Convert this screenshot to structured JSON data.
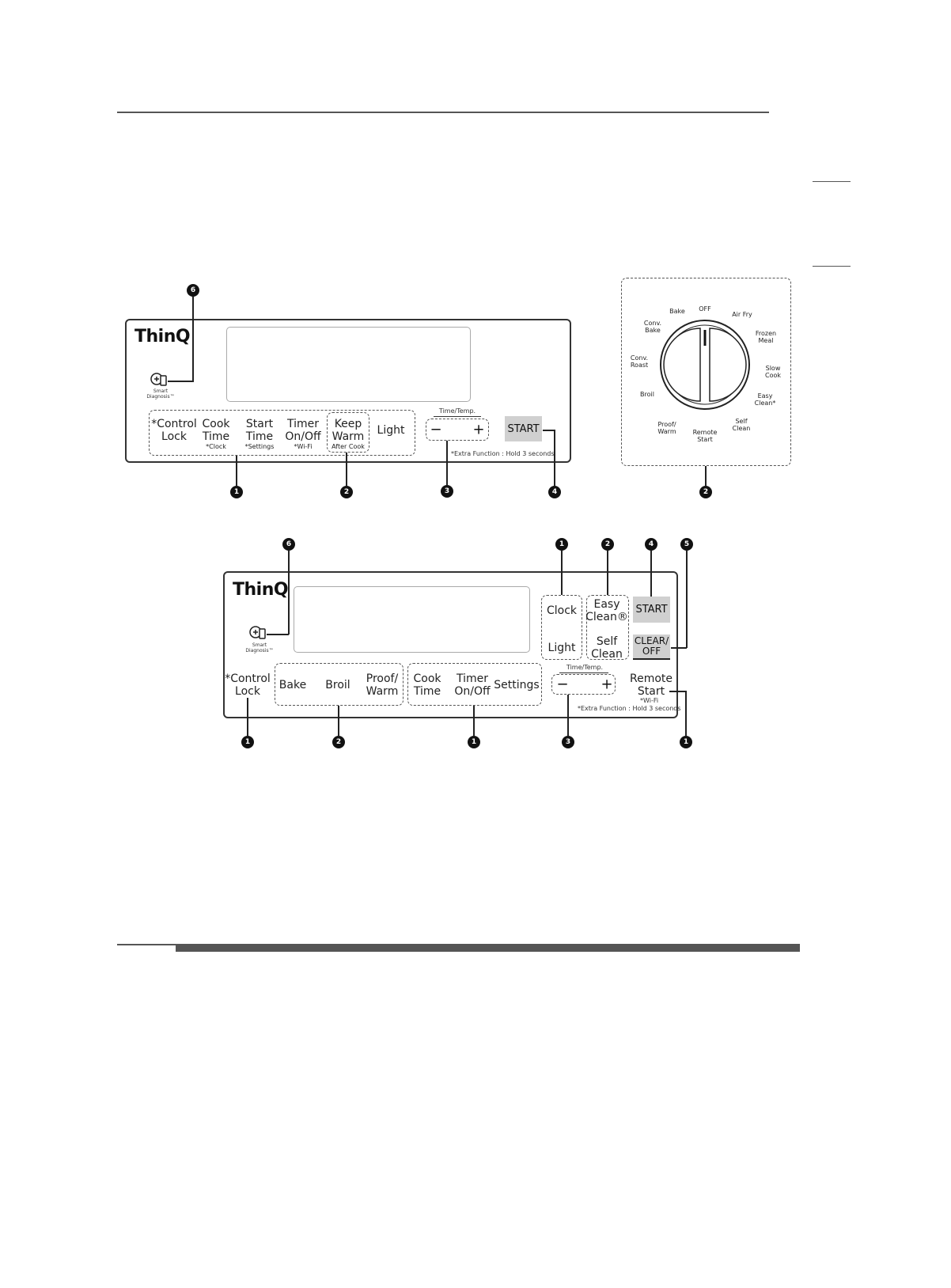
{
  "top_panel": {
    "logo": "ThinQ",
    "smart": [
      "Smart",
      "Diagnosis™"
    ],
    "keys": [
      {
        "main": "*Control\nLock",
        "sub": ""
      },
      {
        "main": "Cook\nTime",
        "sub": "*Clock"
      },
      {
        "main": "Start\nTime",
        "sub": "*Settings"
      },
      {
        "main": "Timer\nOn/Off",
        "sub": "*Wi-Fi"
      },
      {
        "main": "Keep\nWarm",
        "sub": "After Cook"
      },
      {
        "main": "Light",
        "sub": ""
      }
    ],
    "time_temp": "Time/Temp.",
    "minus": "−",
    "plus": "+",
    "start": "START",
    "extra": "*Extra Function : Hold 3 seconds",
    "callouts": [
      "6",
      "1",
      "2",
      "3",
      "4"
    ]
  },
  "knob": {
    "labels": [
      "OFF",
      "Air Fry",
      "Frozen\nMeal",
      "Slow\nCook",
      "Easy\nClean*",
      "Self\nClean",
      "Remote\nStart",
      "Proof/\nWarm",
      "Broil",
      "Conv.\nRoast",
      "Conv.\nBake",
      "Bake"
    ],
    "callout": "2"
  },
  "bottom_panel": {
    "logo": "ThinQ",
    "smart": [
      "Smart",
      "Diagnosis™"
    ],
    "clock": "Clock",
    "light": "Light",
    "easy_clean": "Easy\nClean®",
    "self_clean": "Self\nClean",
    "start": "START",
    "clear_off": "CLEAR/\nOFF",
    "control_lock": "*Control\nLock",
    "bake": "Bake",
    "broil": "Broil",
    "proof_warm": "Proof/\nWarm",
    "cook_time": "Cook\nTime",
    "timer": "Timer\nOn/Off",
    "settings": "Settings",
    "time_temp": "Time/Temp.",
    "minus": "−",
    "plus": "+",
    "remote_start": "Remote\nStart",
    "wifi": "*Wi-Fi",
    "extra": "*Extra Function : Hold 3 seconds",
    "callouts_top": [
      "6",
      "1",
      "2",
      "4",
      "5"
    ],
    "callouts_bottom": [
      "1",
      "2",
      "1",
      "3",
      "1"
    ]
  }
}
